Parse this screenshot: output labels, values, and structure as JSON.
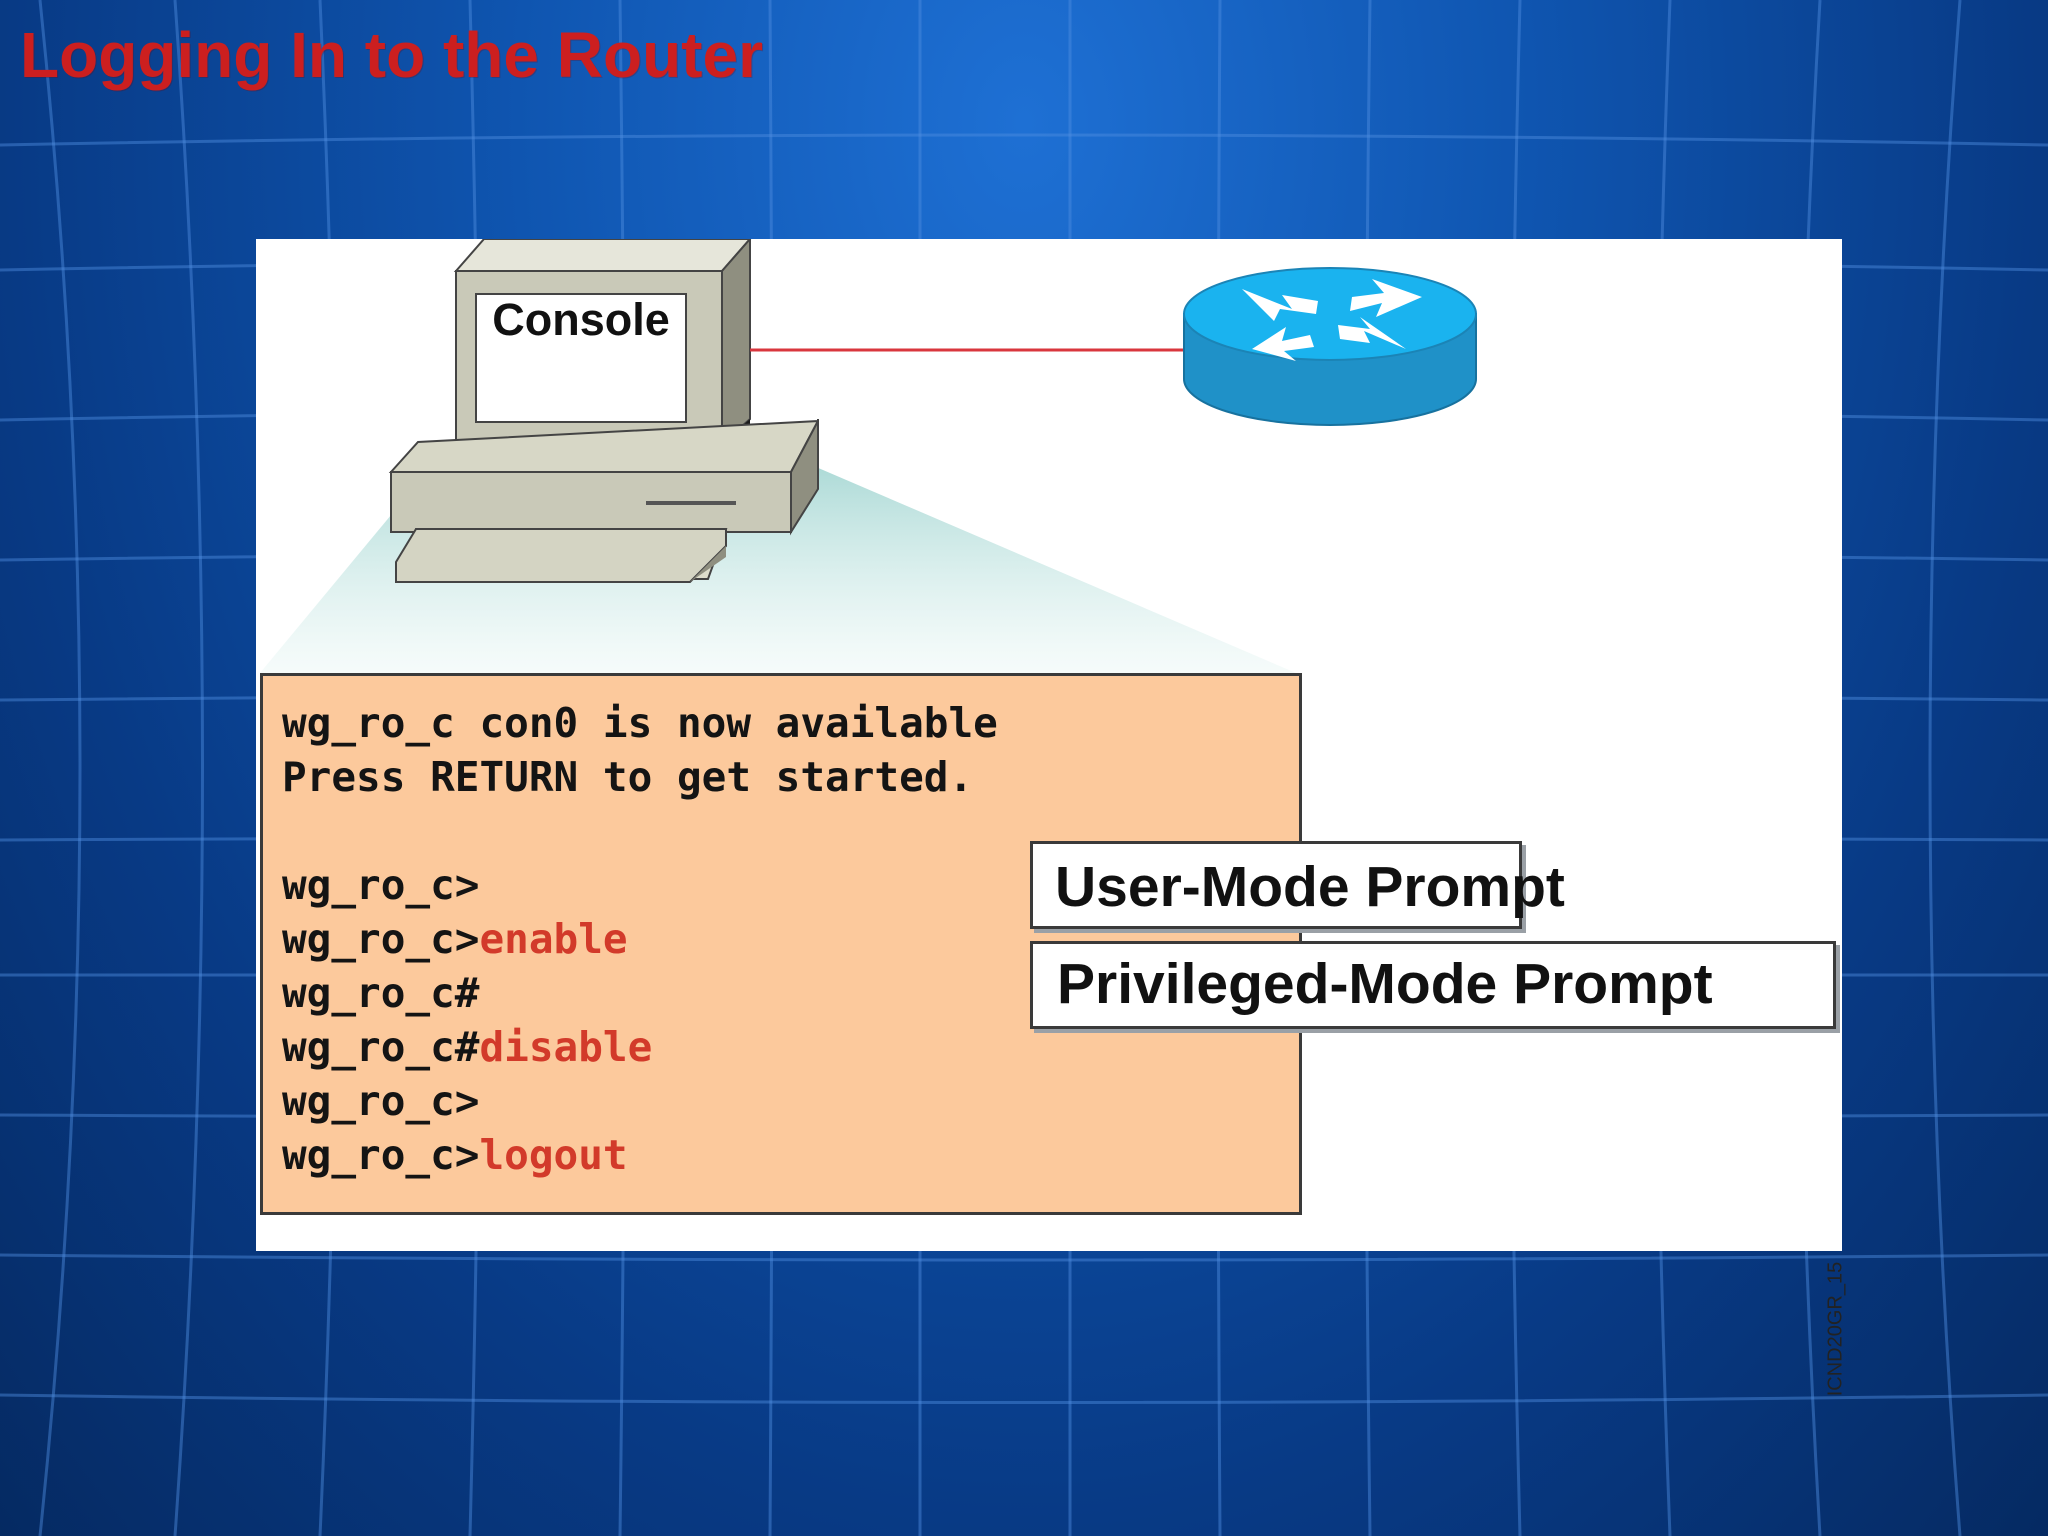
{
  "slide": {
    "title": "Logging In to the Router",
    "background_colors": [
      "#1e70d4",
      "#083a85"
    ],
    "title_color": "#cc1f1f"
  },
  "diagram": {
    "console_label": "Console",
    "router_icon": "router-icon",
    "link_color": "#d9363e",
    "terminal_lines": [
      {
        "prompt": "wg_ro_c con0 is now available",
        "cmd": ""
      },
      {
        "prompt": "Press RETURN to get started.",
        "cmd": ""
      },
      {
        "prompt": "",
        "cmd": ""
      },
      {
        "prompt": "wg_ro_c>",
        "cmd": ""
      },
      {
        "prompt": "wg_ro_c>",
        "cmd": "enable"
      },
      {
        "prompt": "wg_ro_c#",
        "cmd": ""
      },
      {
        "prompt": "wg_ro_c#",
        "cmd": "disable"
      },
      {
        "prompt": "wg_ro_c>",
        "cmd": ""
      },
      {
        "prompt": "wg_ro_c>",
        "cmd": "logout"
      }
    ],
    "callouts": {
      "user_mode": "User-Mode Prompt",
      "privileged_mode": "Privileged-Mode Prompt"
    },
    "figure_id": "ICND20GR_15",
    "terminal_bg": "#fcc99c",
    "command_color": "#d23a2a"
  }
}
